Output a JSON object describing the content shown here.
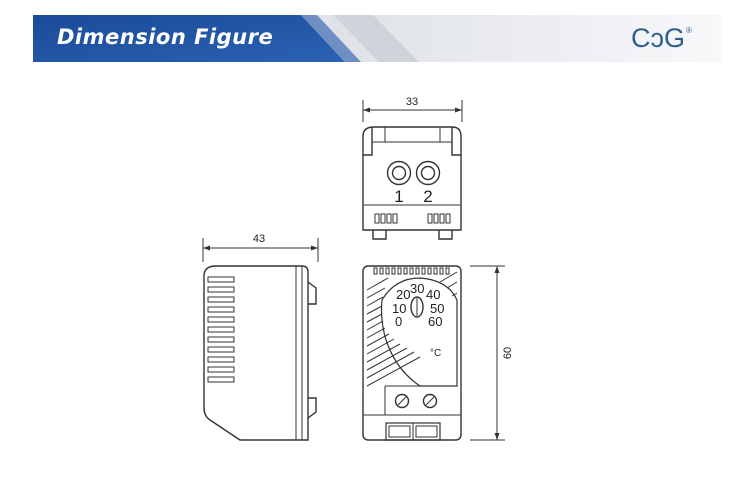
{
  "header": {
    "title": "Dimension Figure",
    "logo_left": "C",
    "logo_mid": "ↄ",
    "logo_right": "G",
    "logo_mark": "®"
  },
  "drawing": {
    "dim_top_width": "33",
    "dim_side_depth": "43",
    "dim_height": "60",
    "terminal_1": "1",
    "terminal_2": "2",
    "dial": {
      "s0": "0",
      "s10": "10",
      "s20": "20",
      "s30": "30",
      "s40": "40",
      "s50": "50",
      "s60": "60",
      "unit": "°C"
    }
  },
  "colors": {
    "banner_blue": "#1d4f9a",
    "logo_blue": "#2f5f8f",
    "line": "#333333"
  }
}
